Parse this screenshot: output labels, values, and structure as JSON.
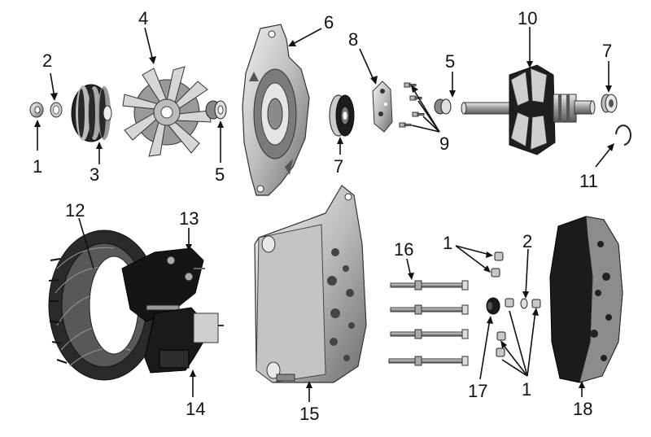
{
  "labels": {
    "l1a": "1",
    "l2a": "2",
    "l3": "3",
    "l4": "4",
    "l5a": "5",
    "l6": "6",
    "l7a": "7",
    "l8": "8",
    "l5b": "5",
    "l9": "9",
    "l10": "10",
    "l7b": "7",
    "l11": "11",
    "l12": "12",
    "l13": "13",
    "l14": "14",
    "l15": "15",
    "l16": "16",
    "l1b": "1",
    "l2b": "2",
    "l17": "17",
    "l1c": "1",
    "l18": "18"
  },
  "colors": {
    "ink": "#111111",
    "metal_light": "#d8d8d8",
    "metal_mid": "#a9a9a9",
    "metal_dark": "#555555",
    "black": "#1a1a1a"
  }
}
